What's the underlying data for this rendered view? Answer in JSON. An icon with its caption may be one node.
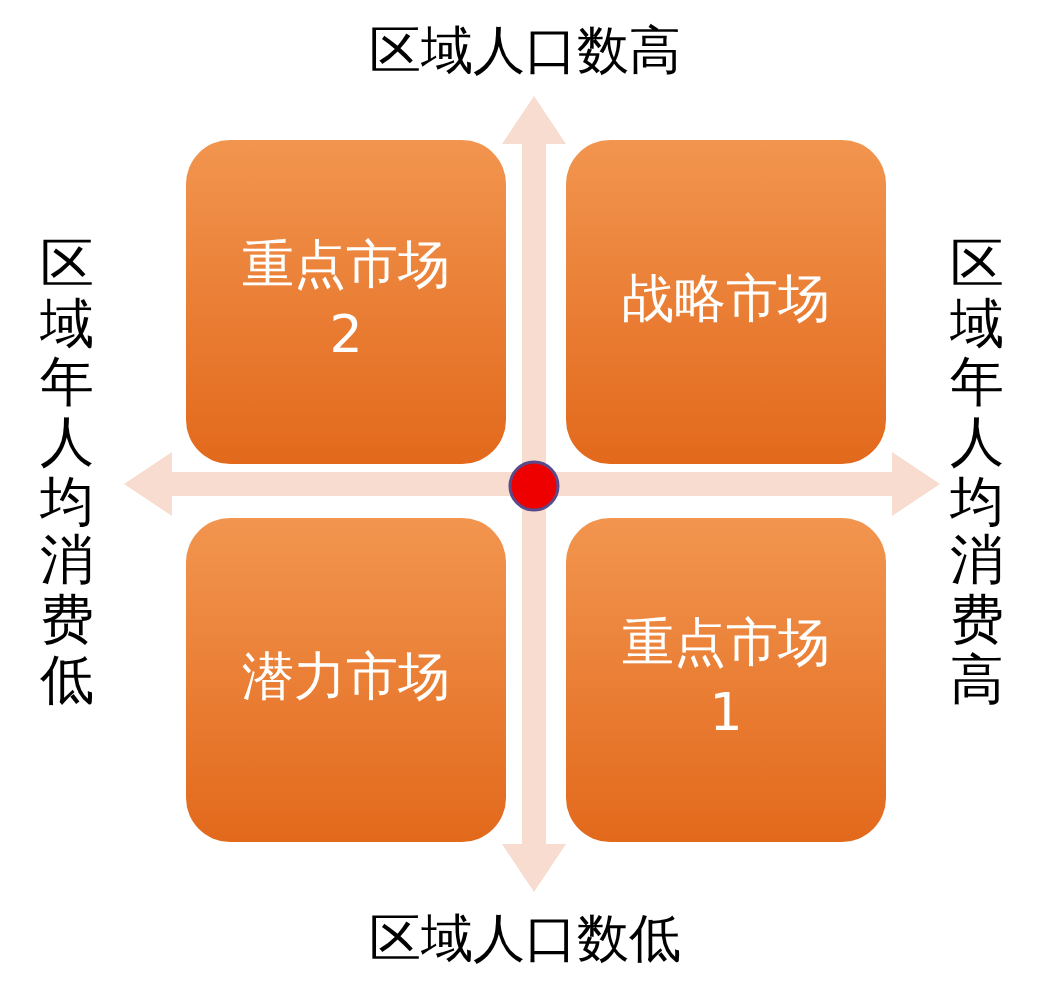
{
  "diagram": {
    "nodes": [
      {
        "text": [
          "重点市场 2"
        ]
      },
      {
        "text": [
          "战略市场"
        ]
      },
      {
        "text": [
          "潜力市场"
        ]
      },
      {
        "text": [
          "重点市场 1"
        ]
      }
    ],
    "labels": [
      "区域人口数高",
      "区域年人均消费低",
      "区域年人均消费高",
      "区域人口数低"
    ]
  }
}
